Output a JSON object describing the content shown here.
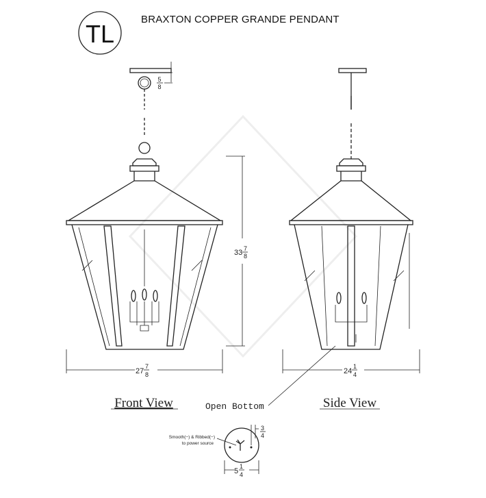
{
  "logo": {
    "text": "TL"
  },
  "title": "BRAXTON COPPER GRANDE PENDANT",
  "dimensions": {
    "canopy_gap": {
      "whole": "",
      "num": "5",
      "den": "8",
      "unit": "\""
    },
    "height": {
      "whole": "33",
      "num": "7",
      "den": "8",
      "unit": "\""
    },
    "front_width": {
      "whole": "27",
      "num": "7",
      "den": "8",
      "unit": "\""
    },
    "side_width": {
      "whole": "24",
      "num": "1",
      "den": "4",
      "unit": "\""
    },
    "canopy_depth": {
      "whole": "",
      "num": "3",
      "den": "4",
      "unit": "\""
    },
    "canopy_diameter": {
      "whole": "5",
      "num": "1",
      "den": "4",
      "unit": "\""
    }
  },
  "labels": {
    "front_view": "Front View",
    "side_view": "Side View",
    "open_bottom": "Open Bottom",
    "wiring_line1": "Smooth(−) & Ribbed(−)",
    "wiring_line2": "to power source"
  }
}
